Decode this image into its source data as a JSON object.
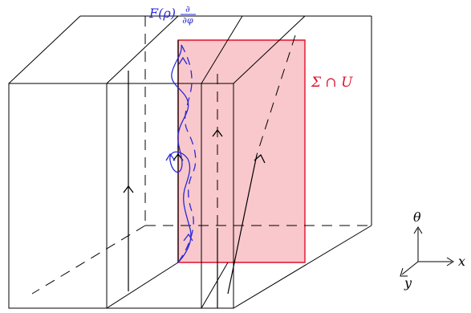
{
  "labels": {
    "vector_field": {
      "prefix": "F(ρ)",
      "numerator": "∂",
      "denominator": "∂φ",
      "color": "#2a2ad6"
    },
    "region": {
      "text": "Σ ∩ U",
      "color": "#e0102a"
    },
    "axes": {
      "theta": "θ",
      "x": "x",
      "y": "y"
    }
  },
  "colors": {
    "edges": "#000000",
    "region_fill": "#f9c8cc",
    "region_stroke": "#e0102a",
    "curve": "#2a2ad6"
  }
}
